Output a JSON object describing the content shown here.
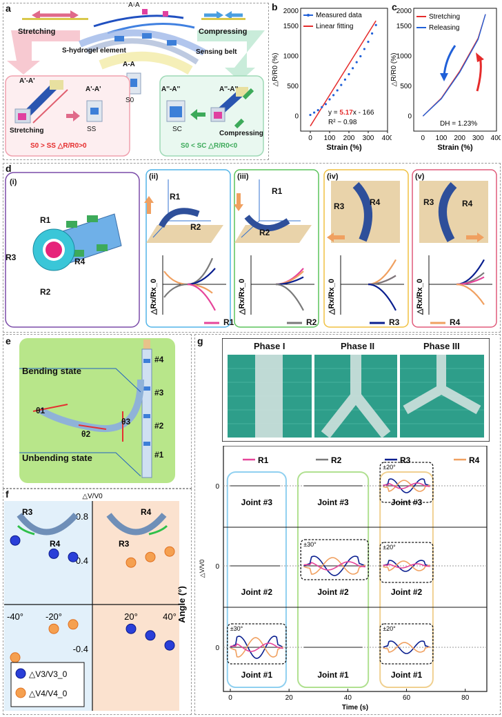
{
  "panels": {
    "a": "a",
    "b": "b",
    "c": "c",
    "d": "d",
    "e": "e",
    "f": "f",
    "g": "g"
  },
  "a": {
    "aa_top": "A-A",
    "stretching": "Stretching",
    "compressing": "Compressing",
    "element": "S-hydrogel element",
    "belt": "Sensing belt",
    "aprime_left": "A'-A'",
    "aprime_left2": "A'-A'",
    "aa_mid": "A-A",
    "s0": "S0",
    "adprime_left": "A''-A''",
    "adprime_right": "A''-A''",
    "stretching_bottom": "Stretching",
    "ss": "SS",
    "sc": "SC",
    "compressing_bottom": "Compressing",
    "eq_left": "S0 > SS  △R/R0>0",
    "eq_right": "S0 < SC  △R/R0<0"
  },
  "b": {
    "legend": [
      "Measured data",
      "Linear fitting"
    ],
    "eq1_prefix": "y = ",
    "eq1_slope": "5.17",
    "eq1_suffix": "x - 166",
    "eq2": "R² ~ 0.98",
    "xlabel": "Strain (%)",
    "ylabel": "△R/R0 (%)",
    "xticks": [
      "0",
      "100",
      "200",
      "300",
      "400"
    ],
    "yticks": [
      "0",
      "500",
      "1000",
      "1500",
      "2000"
    ]
  },
  "c": {
    "legend": [
      "Stretching",
      "Releasing"
    ],
    "dh": "DH = 1.23%",
    "xlabel": "Strain (%)",
    "ylabel": "△R/R0 (%)",
    "xticks": [
      "0",
      "100",
      "200",
      "300",
      "400"
    ],
    "yticks": [
      "0",
      "500",
      "1000",
      "1500",
      "2000"
    ]
  },
  "d": {
    "roman": [
      "(i)",
      "(ii)",
      "(iii)",
      "(iv)",
      "(v)"
    ],
    "ylabel": "△Rx/Rx_0",
    "r_labels": [
      "R1",
      "R2",
      "R3",
      "R4"
    ],
    "legend": [
      "R1",
      "R2",
      "R3",
      "R4"
    ]
  },
  "e": {
    "bending": "Bending state",
    "unbending": "Unbending state",
    "joints": [
      "#4",
      "#3",
      "#2",
      "#1"
    ],
    "thetas": [
      "θ1",
      "θ2",
      "θ3"
    ]
  },
  "f": {
    "ytitle": "△V/V0",
    "xtitle": "Angle (°)",
    "yticks": [
      "0.8",
      "0.4",
      "-0.4"
    ],
    "xticks": [
      "-40°",
      "-20°",
      "20°",
      "40°"
    ],
    "legend": [
      "△V3/V3_0",
      "△V4/V4_0"
    ],
    "r3": "R3",
    "r4": "R4",
    "r4b": "R4",
    "r3b": "R3"
  },
  "g": {
    "phases": [
      "Phase I",
      "Phase II",
      "Phase III"
    ],
    "legend": [
      "R1",
      "R2",
      "R3",
      "R4"
    ],
    "ylabel": "△V/V0",
    "xlabel": "Time (s)",
    "xticks": [
      "0",
      "20",
      "40",
      "60",
      "80"
    ],
    "zero": "0",
    "joints_row1": [
      "Joint #3",
      "Joint #3",
      "Joint #3"
    ],
    "joints_row2": [
      "Joint #2",
      "Joint #2",
      "Joint #2"
    ],
    "joints_row3": [
      "Joint #1",
      "Joint #1",
      "Joint #1"
    ],
    "amp30": "±30°",
    "amp20": "±20°"
  },
  "colors": {
    "R1": "#e6459a",
    "R2": "#7a7a7a",
    "R3": "#0a1f8f",
    "R4": "#f0a060",
    "red": "#e52b2b",
    "blue": "#2060d8",
    "green": "#3daa5a",
    "pink_bg": "#fbe3e7",
    "mint_bg": "#e3f5ec",
    "lightblue_bg": "#e2f0fa",
    "peach_bg": "#fbe2cf",
    "green_bg": "#b8e68a"
  },
  "chart_data": [
    {
      "type": "scatter",
      "title": "",
      "xlabel": "Strain (%)",
      "ylabel": "△R/R0 (%)",
      "xlim": [
        -50,
        400
      ],
      "ylim": [
        -250,
        1800
      ],
      "series": [
        {
          "name": "Measured data",
          "x": [
            0,
            20,
            40,
            60,
            80,
            100,
            120,
            140,
            160,
            180,
            200,
            220,
            240,
            260,
            280,
            300,
            320,
            340
          ],
          "values": [
            20,
            60,
            100,
            150,
            200,
            280,
            350,
            430,
            520,
            610,
            700,
            800,
            900,
            1000,
            1120,
            1240,
            1380,
            1520
          ]
        },
        {
          "name": "Linear fitting",
          "x": [
            0,
            340
          ],
          "values": [
            -166,
            1592
          ]
        }
      ]
    },
    {
      "type": "line",
      "title": "",
      "xlabel": "Strain (%)",
      "ylabel": "△R/R0 (%)",
      "xlim": [
        -50,
        400
      ],
      "ylim": [
        -250,
        1800
      ],
      "series": [
        {
          "name": "Stretching",
          "x": [
            0,
            100,
            200,
            300,
            340
          ],
          "values": [
            0,
            300,
            750,
            1300,
            1700
          ]
        },
        {
          "name": "Releasing",
          "x": [
            0,
            100,
            200,
            300,
            340
          ],
          "values": [
            0,
            290,
            730,
            1280,
            1700
          ]
        }
      ]
    },
    {
      "type": "scatter",
      "title": "",
      "xlabel": "Angle (°)",
      "ylabel": "△V/V0",
      "series": [
        {
          "name": "△V3/V3_0",
          "x": [
            -40,
            -20,
            -10,
            20,
            30,
            40
          ],
          "values": [
            0.58,
            0.46,
            0.43,
            -0.22,
            -0.28,
            -0.37
          ]
        },
        {
          "name": "△V4/V4_0",
          "x": [
            -40,
            -20,
            -10,
            20,
            30,
            40
          ],
          "values": [
            -0.48,
            -0.22,
            -0.18,
            0.38,
            0.43,
            0.48
          ]
        }
      ]
    }
  ]
}
